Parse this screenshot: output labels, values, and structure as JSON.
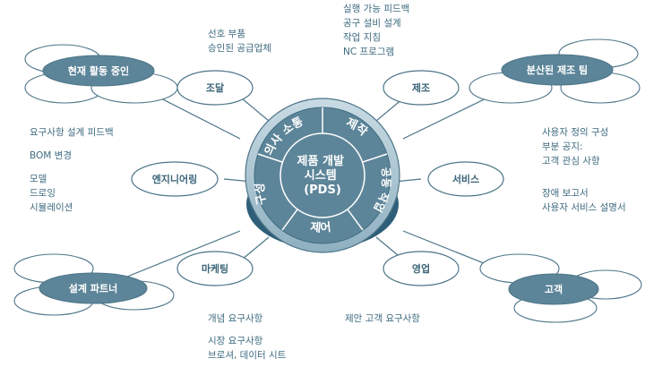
{
  "center": {
    "title_line1": "제품 개발",
    "title_line2": "시스템",
    "title_line3": "(PDS)",
    "segments": [
      "의사 소통",
      "제작",
      "공동 작업",
      "제어",
      "구성"
    ]
  },
  "nodes": {
    "procurement": "조달",
    "manufacturing": "제조",
    "engineering": "엔지니어링",
    "service": "서비스",
    "marketing": "마케팅",
    "sales": "영업"
  },
  "groups": {
    "current_activity": "현재 활동 중인",
    "distributed_team": "분산된 제조 팀",
    "design_partners": "설계 파트너",
    "customers": "고객"
  },
  "notes": {
    "procurement": [
      "선호 부품",
      "승인된 공급업체"
    ],
    "manufacturing": [
      "실행 가능 피드백",
      "공구 설비 설계",
      "작업 지침",
      "NC 프로그램"
    ],
    "engineering_a": [
      "요구사항 설계 피드백"
    ],
    "engineering_b": [
      "BOM 변경"
    ],
    "engineering_c": [
      "모델",
      "드로잉",
      "시뮬레이션"
    ],
    "service_a": [
      "사용자 정의 구성",
      "부분 공지:",
      "고객 관심 사항"
    ],
    "service_b": [
      "장애 보고서",
      "사용자 서비스 설명서"
    ],
    "marketing_a": [
      "개념 요구사항"
    ],
    "marketing_b": [
      "시장 요구사항",
      "브로셔, 데이터 시트"
    ],
    "sales": [
      "제안 고객 요구사항"
    ]
  },
  "colors": {
    "dark_fill": "#5d8599",
    "light_fill": "#ffffff",
    "stroke": "#4d7588",
    "text": "#3a6478",
    "hub_base": "#2f5f78"
  }
}
